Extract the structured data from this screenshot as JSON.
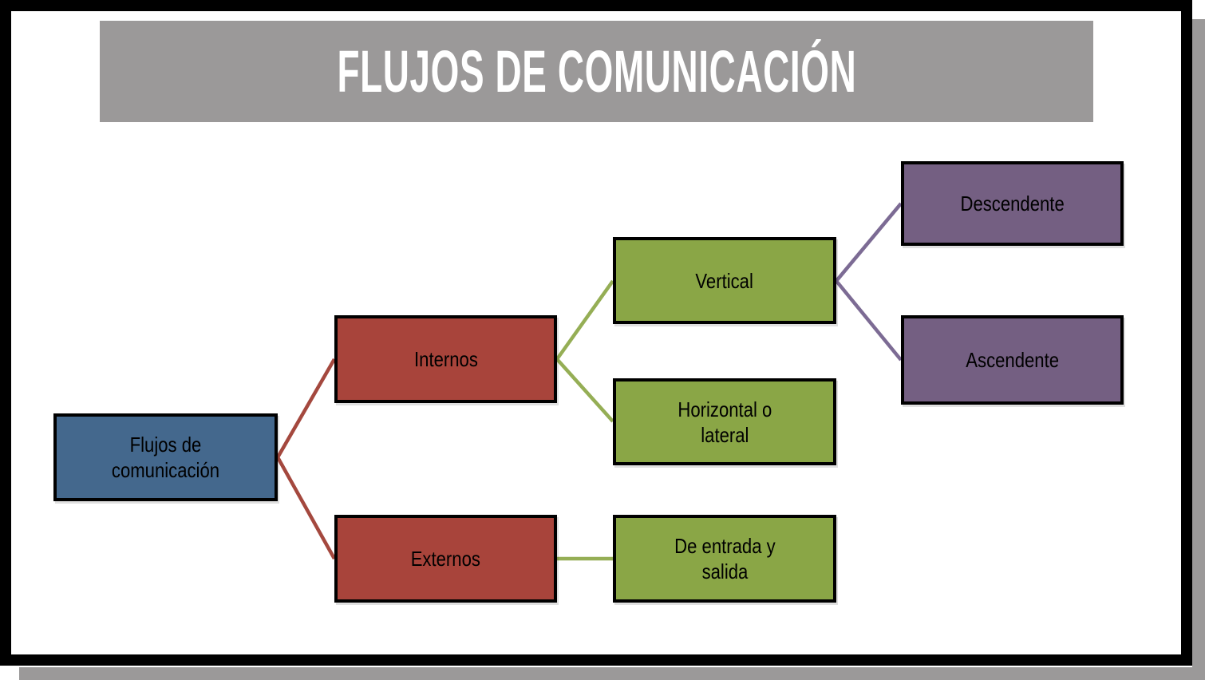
{
  "slide": {
    "title": "FLUJOS DE COMUNICACIÓN"
  },
  "colors": {
    "banner_gray": "#9B9999",
    "shadow_gray": "#9B9999",
    "frame_black": "#000000",
    "title_text": "#FFFFFF",
    "node_text": "#000000",
    "node_blue": "#44688D",
    "node_red": "#A8443B",
    "node_green": "#8AA646",
    "node_purple": "#745F82",
    "edge_red": "#A4483E",
    "edge_green": "#95AE55",
    "edge_purple": "#7C6B94"
  },
  "diagram": {
    "nodes": [
      {
        "id": "root",
        "label": "Flujos de\ncomunicación",
        "level": 1,
        "color": "#44688D"
      },
      {
        "id": "internos",
        "label": "Internos",
        "level": 2,
        "color": "#A8443B"
      },
      {
        "id": "externos",
        "label": "Externos",
        "level": 2,
        "color": "#A8443B"
      },
      {
        "id": "vertical",
        "label": "Vertical",
        "level": 3,
        "color": "#8AA646"
      },
      {
        "id": "horizontal-o-lateral",
        "label": "Horizontal o\nlateral",
        "level": 3,
        "color": "#8AA646"
      },
      {
        "id": "de-entrada-y-salida",
        "label": "De entrada y\nsalida",
        "level": 3,
        "color": "#8AA646"
      },
      {
        "id": "descendente",
        "label": "Descendente",
        "level": 4,
        "color": "#745F82"
      },
      {
        "id": "ascendente",
        "label": "Ascendente",
        "level": 4,
        "color": "#745F82"
      }
    ],
    "edges": [
      {
        "from": "root",
        "to": "internos",
        "color": "#A4483E"
      },
      {
        "from": "root",
        "to": "externos",
        "color": "#A4483E"
      },
      {
        "from": "internos",
        "to": "vertical",
        "color": "#95AE55"
      },
      {
        "from": "internos",
        "to": "horizontal-o-lateral",
        "color": "#95AE55"
      },
      {
        "from": "externos",
        "to": "de-entrada-y-salida",
        "color": "#95AE55"
      },
      {
        "from": "vertical",
        "to": "descendente",
        "color": "#7C6B94"
      },
      {
        "from": "vertical",
        "to": "ascendente",
        "color": "#7C6B94"
      }
    ]
  }
}
